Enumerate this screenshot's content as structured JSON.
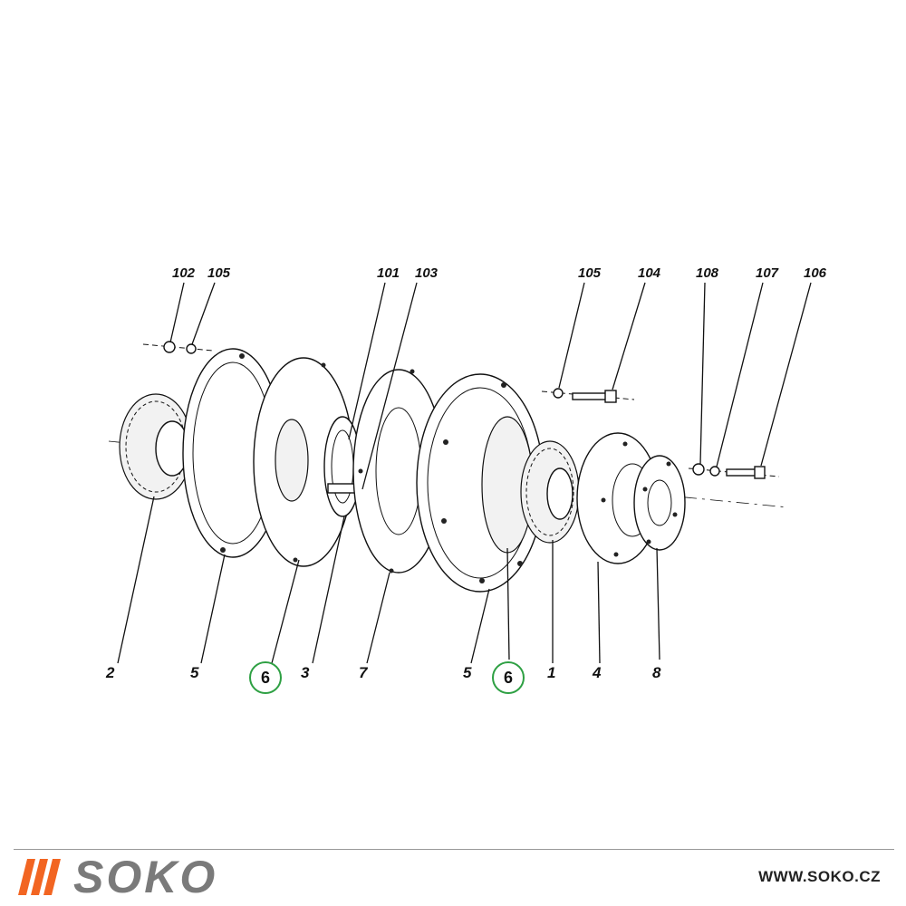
{
  "callouts_bottom": [
    "2",
    "5",
    "6",
    "3",
    "7",
    "5",
    "6",
    "1",
    "4",
    "8"
  ],
  "callouts_top": [
    "102",
    "105",
    "101",
    "103",
    "105",
    "104",
    "108",
    "107",
    "106"
  ],
  "highlight_color": "#2ea043",
  "brand": {
    "name": "SOKO",
    "url": "WWW.SOKO.CZ",
    "accent_color": "#f26522",
    "text_color": "#7a7a7a"
  }
}
